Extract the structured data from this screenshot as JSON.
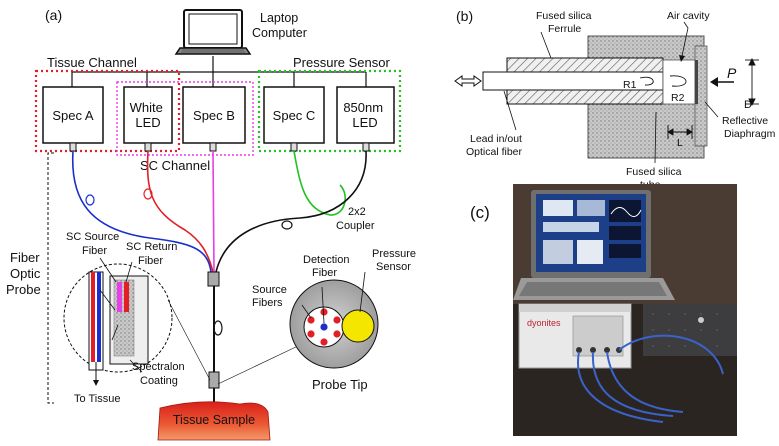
{
  "panel_a": {
    "label": "(a)",
    "laptop": [
      "Laptop",
      "Computer"
    ],
    "tissue_channel": "Tissue Channel",
    "pressure_sensor": "Pressure Sensor",
    "boxes": {
      "spec_a": [
        "Spec A"
      ],
      "white_led": [
        "White",
        "LED"
      ],
      "spec_b": [
        "Spec B"
      ],
      "spec_c": [
        "Spec C"
      ],
      "led_850": [
        "850nm",
        "LED"
      ]
    },
    "sc_channel": "SC Channel",
    "coupler": [
      "2x2",
      "Coupler"
    ],
    "fiber_optic_probe": [
      "Fiber",
      "Optic",
      "Probe"
    ],
    "sc_source_fiber": [
      "SC Source",
      "Fiber"
    ],
    "sc_return_fiber": [
      "SC Return",
      "Fiber"
    ],
    "spectralon": [
      "Spectralon",
      "Coating"
    ],
    "to_tissue": "To Tissue",
    "detection_fiber": [
      "Detection",
      "Fiber"
    ],
    "source_fibers": [
      "Source",
      "Fibers"
    ],
    "pressure_sensor_tip": [
      "Pressure",
      "Sensor"
    ],
    "probe_tip": "Probe Tip",
    "tissue_sample": "Tissue Sample",
    "colors": {
      "red": "#e21f26",
      "green": "#21c221",
      "magenta": "#e63fe6",
      "blue": "#1a2ecc",
      "yellow": "#f5e600",
      "tissue": "#e8442a"
    }
  },
  "panel_b": {
    "label": "(b)",
    "fused_silica_ferrule": [
      "Fused silica",
      "Ferrule"
    ],
    "air_cavity": "Air cavity",
    "P": "P",
    "D": "D",
    "R1": "R1",
    "R2": "R2",
    "L": "L",
    "lead": [
      "Lead in/out",
      "Optical fiber"
    ],
    "tube": [
      "Fused silica",
      "tube"
    ],
    "diaphragm": [
      "Reflective",
      "Diaphragm"
    ]
  },
  "panel_c": {
    "label": "(c)",
    "brand": "dyonites"
  }
}
